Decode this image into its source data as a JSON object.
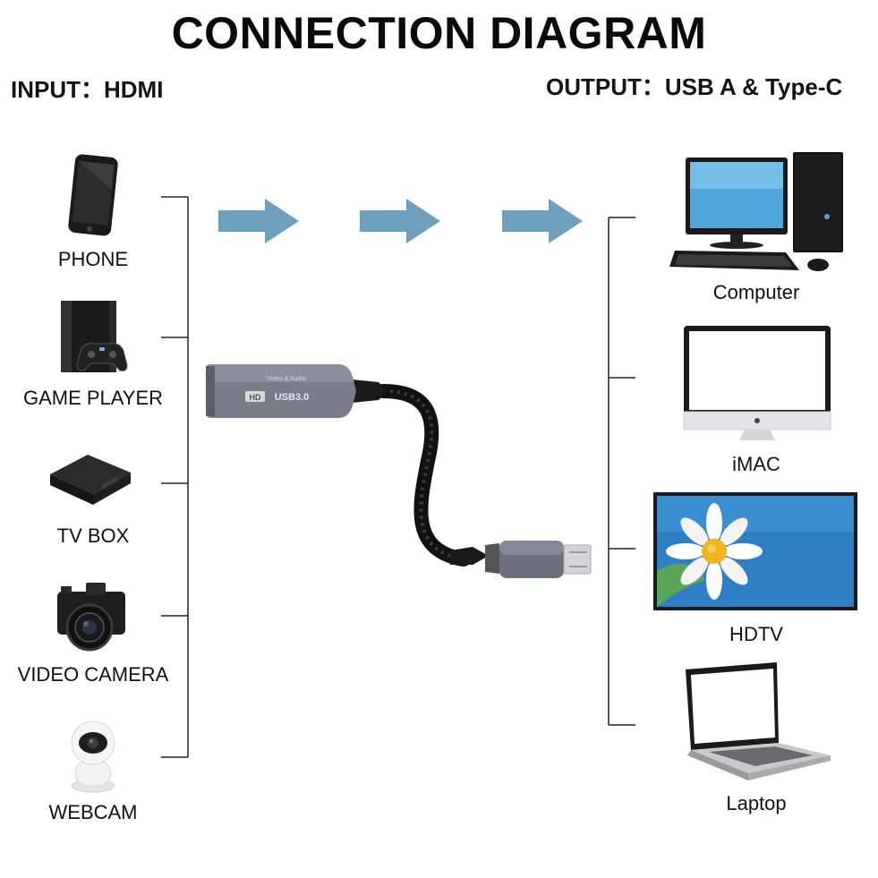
{
  "title": "CONNECTION DIAGRAM",
  "input_label": "INPUT：HDMI",
  "output_label": "OUTPUT：USB A & Type-C",
  "inputs": [
    {
      "label": "PHONE",
      "icon": "phone-icon"
    },
    {
      "label": "GAME PLAYER",
      "icon": "game-console-icon"
    },
    {
      "label": "TV BOX",
      "icon": "tv-box-icon"
    },
    {
      "label": "VIDEO CAMERA",
      "icon": "camera-icon"
    },
    {
      "label": "WEBCAM",
      "icon": "webcam-icon"
    }
  ],
  "outputs": [
    {
      "label": "Computer",
      "icon": "desktop-computer-icon"
    },
    {
      "label": "iMAC",
      "icon": "imac-icon"
    },
    {
      "label": "HDTV",
      "icon": "hdtv-icon"
    },
    {
      "label": "Laptop",
      "icon": "laptop-icon"
    }
  ],
  "adapter": {
    "icon": "hdmi-capture-adapter-icon",
    "print_main": "USB3.0",
    "print_badge": "HD",
    "print_small": "Video & Audio"
  },
  "colors": {
    "arrow": "#6e9fbd",
    "bracket": "#222222",
    "adapter_body": "#7b7c89",
    "screen_blue": "#4ea7d8"
  }
}
